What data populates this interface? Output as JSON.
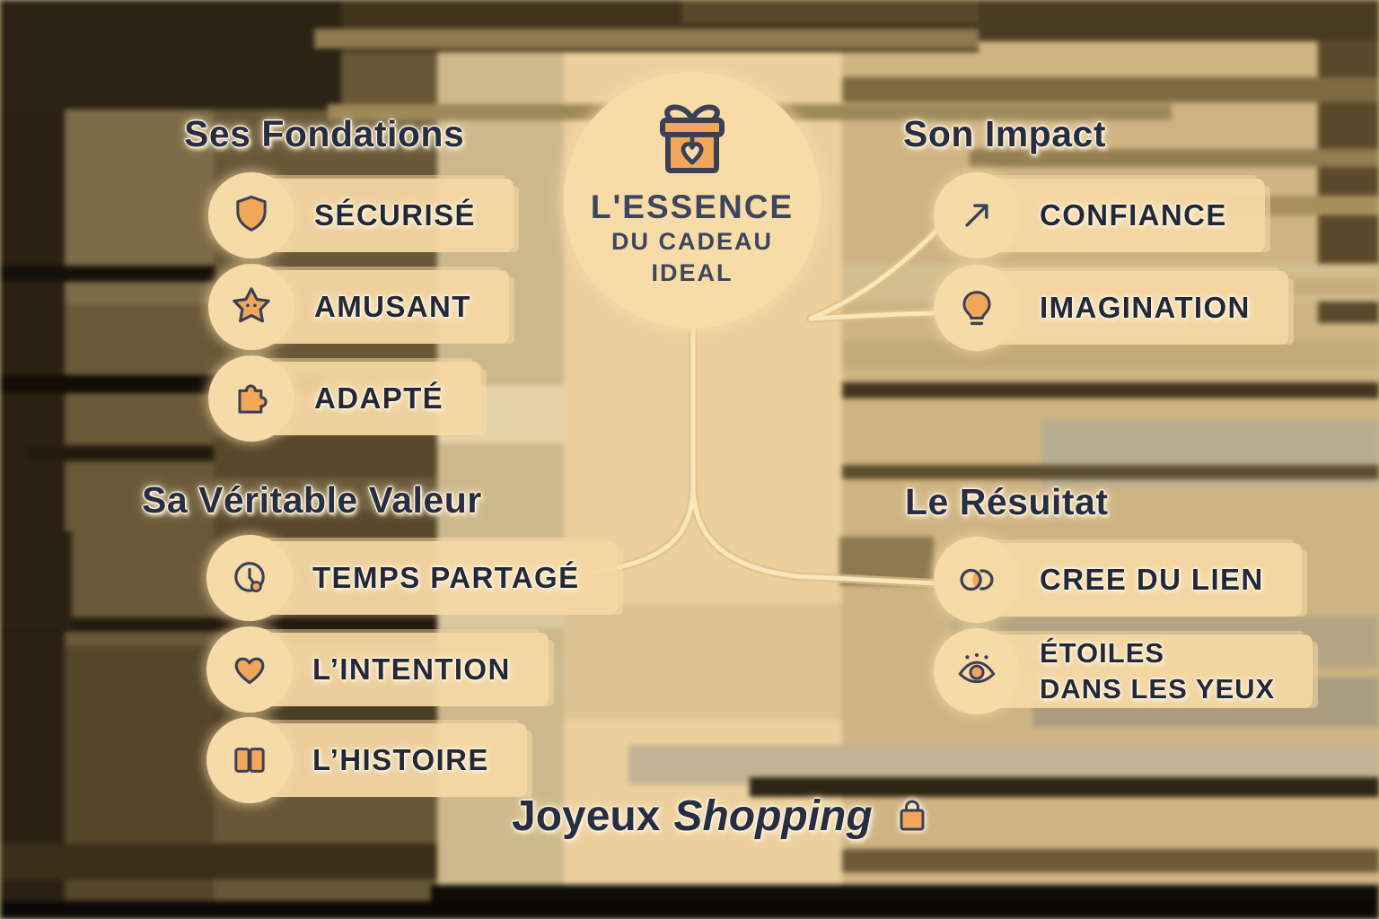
{
  "palette": {
    "node_peach": "#F6D8A4",
    "icon_orange": "#F2A65A",
    "icon_outline": "#3A4156",
    "text_dark": "#232838",
    "header_dark": "#272D42",
    "glow_cream": "#FDF2DA"
  },
  "center": {
    "icon": "gift-icon",
    "lines": [
      "L'ESSENCE",
      "DU CADEAU",
      "IDEAL"
    ]
  },
  "sections": {
    "fondations": {
      "title": "Ses Fondations",
      "items": [
        {
          "label": "SÉCURISÉ",
          "icon": "shield-icon"
        },
        {
          "label": "AMUSANT",
          "icon": "star-icon"
        },
        {
          "label": "ADAPTÉ",
          "icon": "puzzle-icon"
        }
      ]
    },
    "impact": {
      "title": "Son Impact",
      "items": [
        {
          "label": "CONFIANCE",
          "icon": "trend-arrow-icon"
        },
        {
          "label": "IMAGINATION",
          "icon": "lightbulb-icon"
        }
      ]
    },
    "valeur": {
      "title": "Sa Véritable Valeur",
      "items": [
        {
          "label": "TEMPS PARTAGÉ",
          "icon": "clock-icon"
        },
        {
          "label": "L’INTENTION",
          "icon": "heart-icon"
        },
        {
          "label": "L’HISTOIRE",
          "icon": "book-icon"
        }
      ]
    },
    "resultat": {
      "title": "Le Résuitat",
      "items": [
        {
          "label": "CREE DU LIEN",
          "icon": "rings-icon"
        },
        {
          "label": "ÉTOILES DANS LES YEUX",
          "lines": [
            "ÉTOILES",
            "DANS LES YEUX"
          ],
          "icon": "eye-icon"
        }
      ]
    }
  },
  "footer": {
    "word1": "Joyeux",
    "word2": "Shopping",
    "icon": "shopping-bag-icon"
  }
}
